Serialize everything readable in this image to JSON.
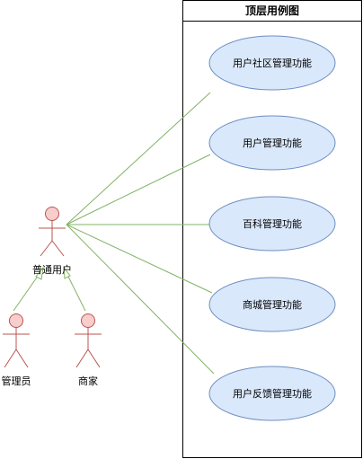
{
  "system": {
    "title": "顶层用例图"
  },
  "actors": {
    "user": {
      "label": "普通用户"
    },
    "admin": {
      "label": "管理员"
    },
    "merchant": {
      "label": "商家"
    }
  },
  "use_cases": [
    {
      "label": "用户社区管理功能"
    },
    {
      "label": "用户管理功能"
    },
    {
      "label": "百科管理功能"
    },
    {
      "label": "商城管理功能"
    },
    {
      "label": "用户反馈管理功能"
    }
  ],
  "colors": {
    "actor_stroke": "#b85450",
    "actor_fill": "#f8cecc",
    "usecase_fill": "#dae8fc",
    "usecase_stroke": "#6c8ebf",
    "association": "#82b366",
    "boundary": "#000000"
  }
}
